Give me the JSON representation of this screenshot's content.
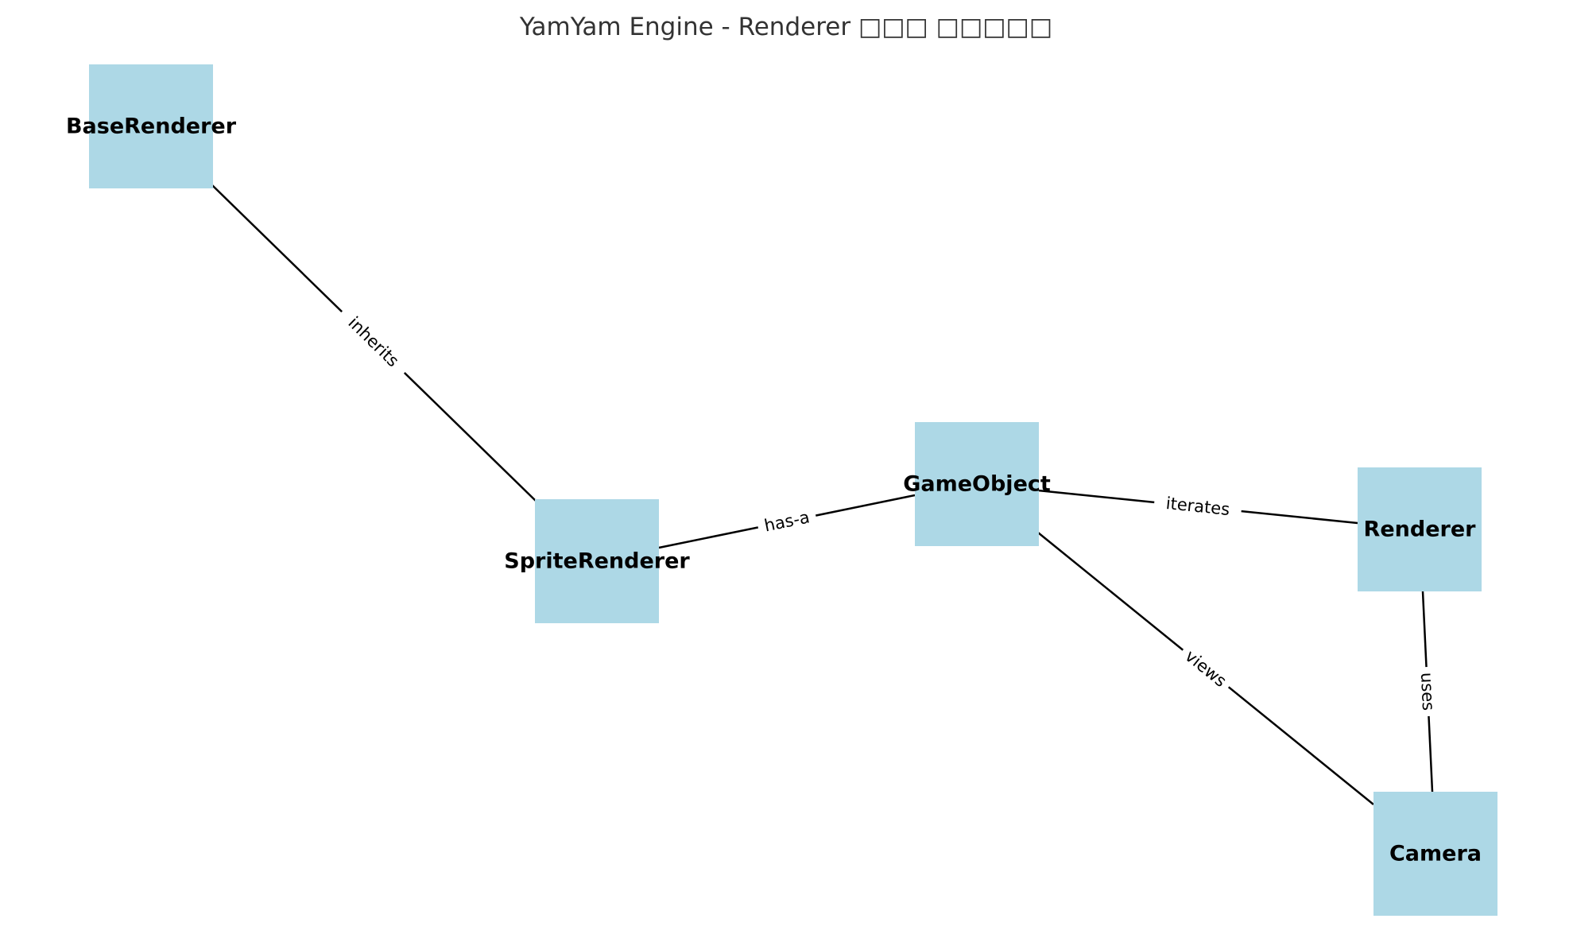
{
  "title": "YamYam Engine - Renderer □□□ □□□□□",
  "colors": {
    "node_fill": "#add8e6",
    "edge": "#000000",
    "title": "#333333"
  },
  "nodes": [
    {
      "id": "BaseRenderer",
      "label": "BaseRenderer"
    },
    {
      "id": "SpriteRenderer",
      "label": "SpriteRenderer"
    },
    {
      "id": "GameObject",
      "label": "GameObject"
    },
    {
      "id": "Renderer",
      "label": "Renderer"
    },
    {
      "id": "Camera",
      "label": "Camera"
    }
  ],
  "edges": [
    {
      "source": "BaseRenderer",
      "target": "SpriteRenderer",
      "label": "inherits"
    },
    {
      "source": "SpriteRenderer",
      "target": "GameObject",
      "label": "has-a"
    },
    {
      "source": "GameObject",
      "target": "Renderer",
      "label": "iterates"
    },
    {
      "source": "GameObject",
      "target": "Camera",
      "label": "views"
    },
    {
      "source": "Renderer",
      "target": "Camera",
      "label": "uses"
    }
  ]
}
